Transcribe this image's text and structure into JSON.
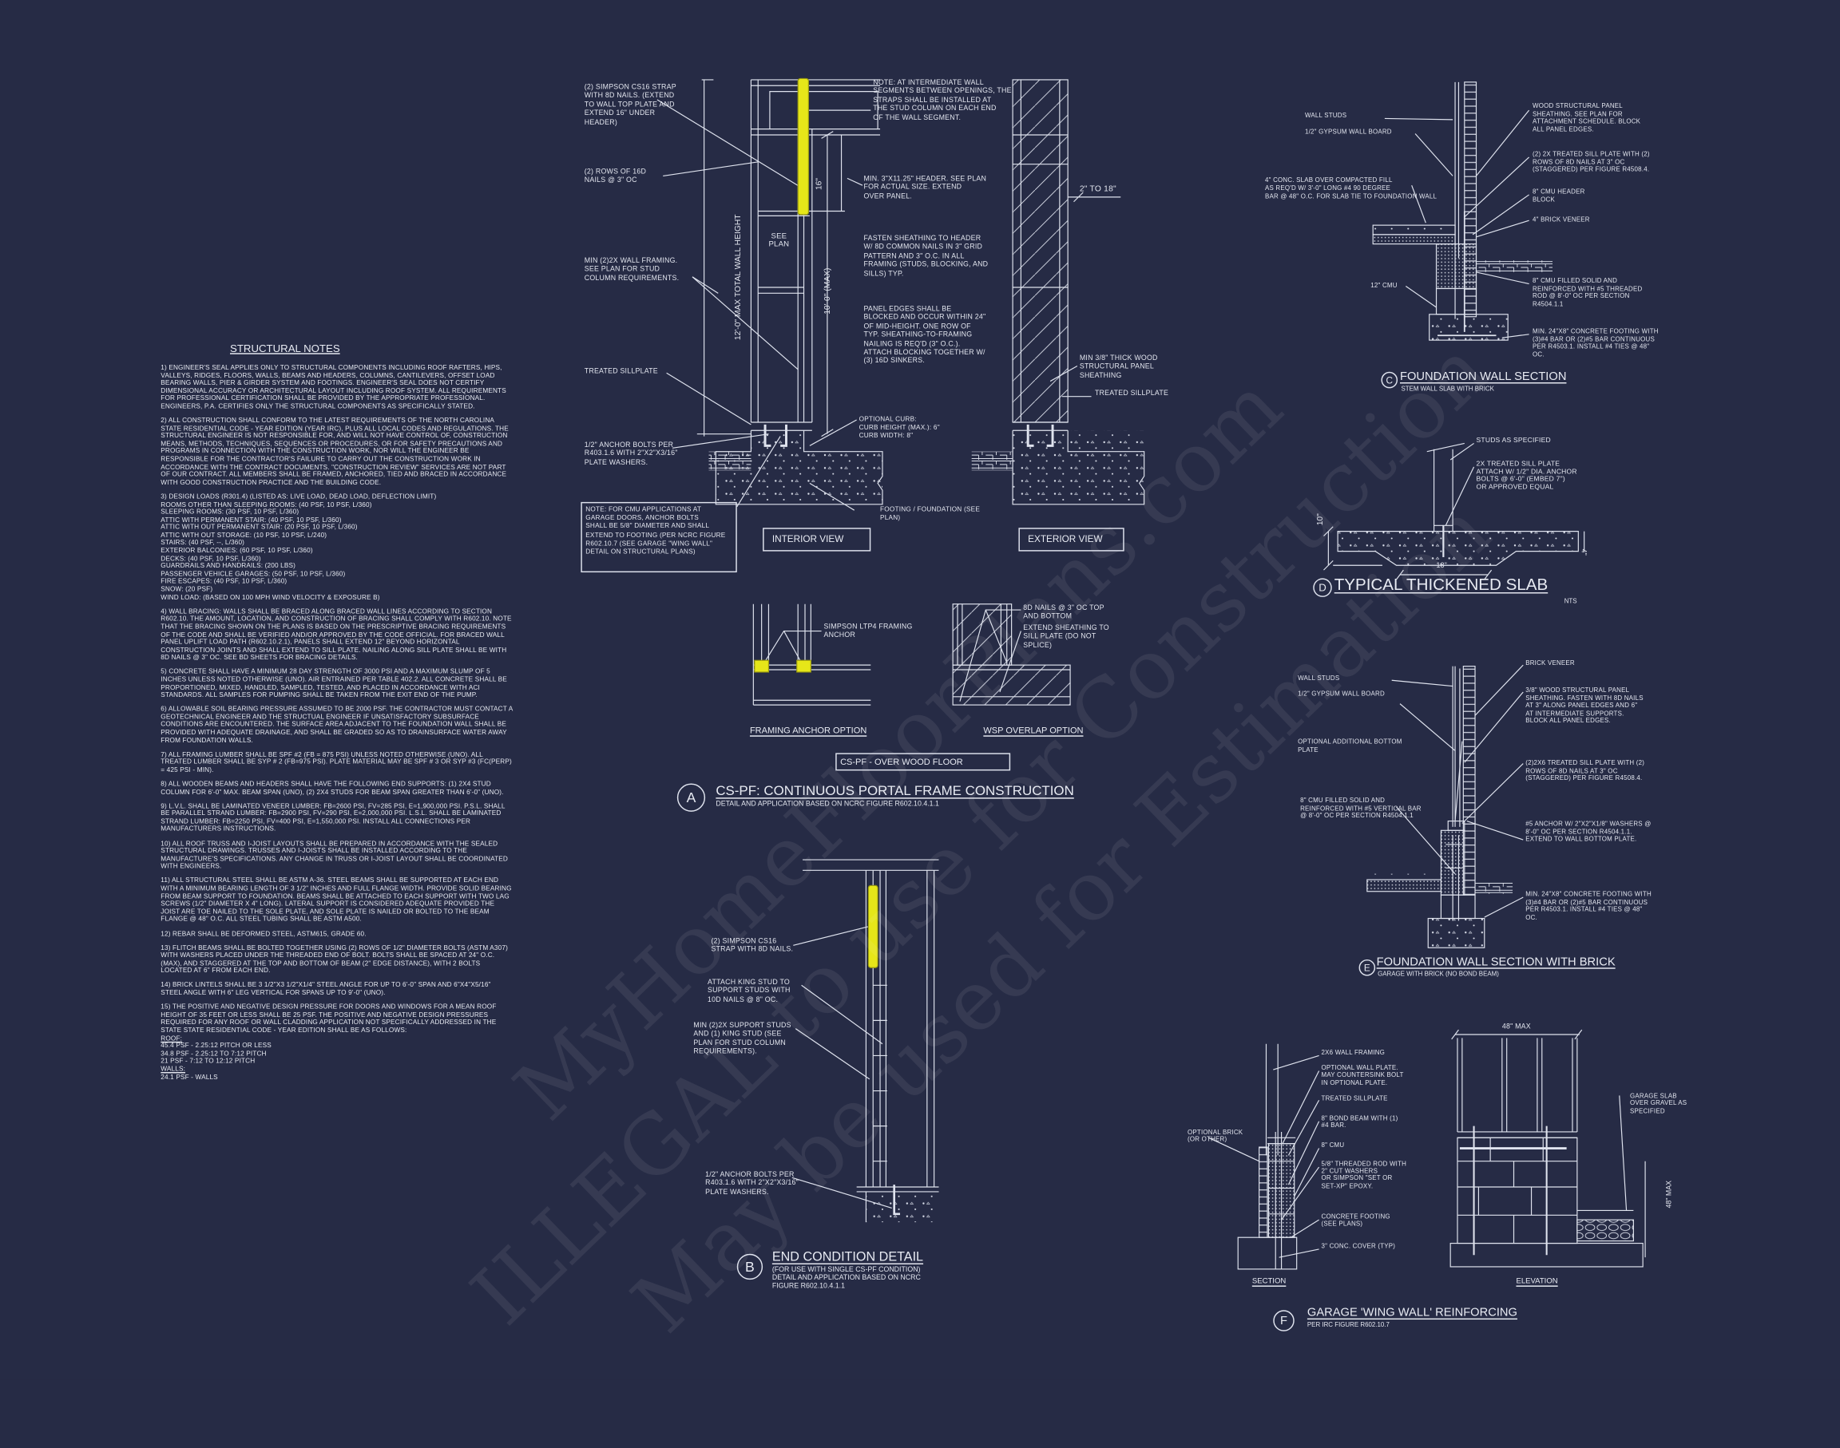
{
  "colors": {
    "background": "#262b45",
    "linework": "#dfe3ee",
    "strap_highlight": "#e6e619"
  },
  "watermark": {
    "line1": "MyHomeFloorPlans.com",
    "line2": "ILLEGAL to use for Construction",
    "line3": "May be used for Estimation"
  },
  "notes": {
    "title": "STRUCTURAL NOTES",
    "paragraphs": [
      "1) ENGINEER'S SEAL APPLIES ONLY TO STRUCTURAL COMPONENTS INCLUDING ROOF RAFTERS, HIPS, VALLEYS, RIDGES, FLOORS, WALLS, BEAMS AND HEADERS, COLUMNS, CANTILEVERS, OFFSET LOAD BEARING WALLS, PIER & GIRDER SYSTEM AND FOOTINGS. ENGINEER'S SEAL DOES NOT CERTIFY DIMENSIONAL ACCURACY OR ARCHITECTURAL LAYOUT INCLUDING ROOF SYSTEM. ALL REQUIREMENTS FOR PROFESSIONAL CERTIFICATION SHALL BE PROVIDED BY THE APPROPRIATE PROFESSIONAL. ENGINEERS, P.A. CERTIFIES ONLY THE STRUCTURAL COMPONENTS AS SPECIFICALLY STATED.",
      "2) ALL CONSTRUCTION SHALL CONFORM TO THE LATEST REQUIREMENTS OF THE NORTH CAROLINA STATE RESIDENTIAL CODE - YEAR EDITION (YEAR IRC), PLUS ALL LOCAL CODES AND REGULATIONS. THE STRUCTURAL ENGINEER IS NOT RESPONSIBLE FOR, AND WILL NOT HAVE CONTROL OF, CONSTRUCTION MEANS, METHODS, TECHNIQUES, SEQUENCES OR PROCEDURES, OR FOR SAFETY PRECAUTIONS AND PROGRAMS IN CONNECTION WITH THE CONSTRUCTION WORK, NOR WILL THE ENGINEER BE RESPONSIBLE FOR THE CONTRACTOR'S FAILURE TO CARRY OUT THE CONSTRUCTION WORK IN ACCORDANCE WITH THE CONTRACT DOCUMENTS. \"CONSTRUCTION REVIEW\" SERVICES ARE NOT PART OF OUR CONTRACT. ALL MEMBERS SHALL BE FRAMED, ANCHORED, TIED AND BRACED IN ACCORDANCE WITH GOOD CONSTRUCTION PRACTICE AND THE BUILDING CODE.",
      "3) DESIGN LOADS (R301.4) (LISTED AS: LIVE LOAD, DEAD LOAD, DEFLECTION LIMIT)\nROOMS OTHER THAN SLEEPING ROOMS: (40 PSF, 10 PSF, L/360)\nSLEEPING ROOMS: (30 PSF, 10 PSF, L/360)\nATTIC WITH PERMANENT STAIR: (40 PSF, 10 PSF, L/360)\nATTIC WITH OUT PERMANENT STAIR: (20 PSF, 10 PSF, L/360)\nATTIC WITH OUT STORAGE: (10 PSF, 10 PSF, L/240)\nSTAIRS: (40 PSF, --, L/360)\nEXTERIOR BALCONIES: (60 PSF, 10 PSF, L/360)\nDECKS: (40 PSF, 10 PSF, L/360)\nGUARDRAILS AND HANDRAILS: (200 LBS)\nPASSENGER VEHICLE GARAGES: (50 PSF, 10 PSF, L/360)\nFIRE ESCAPES: (40 PSF, 10 PSF, L/360)\nSNOW: (20     PSF)\nWIND LOAD: (BASED ON 100 MPH WIND VELOCITY & EXPOSURE B)",
      "4) WALL BRACING: WALLS SHALL BE BRACED ALONG BRACED WALL LINES ACCORDING TO SECTION R602.10. THE AMOUNT, LOCATION, AND CONSTRUCTION OF BRACING SHALL COMPLY WITH R602.10. NOTE THAT THE BRACING SHOWN ON THE PLANS IS BASED ON THE PRESCRIPTIVE BRACING REQUIREMENTS OF THE CODE AND SHALL BE VERIFIED AND/OR APPROVED BY THE CODE OFFICIAL. FOR BRACED WALL PANEL UPLIFT LOAD PATH (R602.10.2.1), PANELS SHALL EXTEND 12\" BEYOND HORIZONTAL CONSTRUCTION JOINTS AND SHALL EXTEND TO SILL PLATE. NAILING ALONG SILL PLATE SHALL BE WITH 8d NAILS @ 3\" OC. SEE BD SHEETS FOR BRACING DETAILS.",
      "5) CONCRETE SHALL HAVE A MINIMUM 28 DAY STRENGTH OF 3000 PSI AND A MAXIMUM SLUMP OF 5 INCHES UNLESS NOTED OTHERWISE (UNO). AIR ENTRAINED PER TABLE 402.2. ALL CONCRETE SHALL BE PROPORTIONED, MIXED, HANDLED, SAMPLED, TESTED, AND PLACED IN ACCORDANCE WITH ACI STANDARDS. ALL SAMPLES FOR PUMPING SHALL BE TAKEN FROM THE EXIT END OF THE PUMP.",
      "6) ALLOWABLE SOIL BEARING PRESSURE ASSUMED TO BE 2000 PSF. THE CONTRACTOR MUST CONTACT A GEOTECHNICAL ENGINEER AND THE STRUCTUAL ENGINEER IF UNSATISFACTORY SUBSURFACE CONDITIONS ARE ENCOUNTERED. THE SURFACE AREA ADJACENT TO THE FOUNDATION WALL SHALL BE PROVIDED WITH ADEQUATE DRAINAGE, AND SHALL BE GRADED SO AS TO DRAINSURFACE WATER AWAY FROM FOUNDATION WALLS.",
      "7) ALL FRAMING LUMBER SHALL BE SPF #2 (Fb = 875 PSI) UNLESS NOTED OTHERWISE (UNO). ALL TREATED LUMBER SHALL BE SYP # 2 (Fb=975 PSI). PLATE MATERIAL MAY BE SPF # 3 OR SYP #3 (Fc(perp) = 425 PSI - MIN).",
      "8) ALL WOODEN BEAMS AND HEADERS SHALL HAVE THE FOLLOWING END SUPPORTS: (1) 2x4 STUD COLUMN FOR 6'-0\" MAX. BEAM SPAN (UNO), (2) 2X4 STUDS FOR BEAM SPAN GREATER THAN 6'-0\" (UNO).",
      "9) L.V.L. SHALL BE LAMINATED VENEER LUMBER: Fb=2600 PSI, Fv=285 PSI, E=1,900,000 PSI. P.S.L. SHALL BE PARALLEL STRAND LUMBER: Fb=2900 PSI, Fv=290 PSI, E=2,000,000 PSI. L.S.L. SHALL BE LAMINATED STRAND LUMBER: Fb=2250 PSI, Fv=400 PSI, E=1,550,000 PSI. INSTALL ALL CONNECTIONS PER MANUFACTURERS INSTRUCTIONS.",
      "10) ALL ROOF TRUSS AND I-JOIST LAYOUTS SHALL BE PREPARED IN ACCORDANCE WITH THE SEALED STRUCTURAL DRAWINGS. TRUSSES AND I-JOISTS SHALL BE INSTALLED ACCORDING TO THE MANUFACTURE'S SPECIFICATIONS. ANY CHANGE IN TRUSS OR I-JOIST LAYOUT SHALL BE COORDINATED WITH ENGINEERS.",
      "11) ALL STRUCTURAL STEEL SHALL BE ASTM A-36. STEEL BEAMS SHALL BE SUPPORTED AT EACH END WITH A MINIMUM BEARING LENGTH OF 3 1/2\" INCHES AND FULL FLANGE WIDTH. PROVIDE SOLID BEARING FROM BEAM SUPPORT TO FOUNDATION. BEAMS SHALL BE ATTACHED TO EACH SUPPORT WITH TWO LAG SCREWS (1/2\" DIAMETER x 4\" LONG). LATERAL SUPPORT IS CONSIDERED ADEQUATE PROVIDED THE JOIST ARE TOE NAILED TO THE SOLE PLATE, AND SOLE PLATE IS NAILED OR BOLTED TO THE BEAM FLANGE @ 48\" O.C. ALL STEEL TUBING SHALL BE ASTM A500.",
      "12) REBAR SHALL BE DEFORMED STEEL, ASTM615, GRADE 60.",
      "13) FLITCH BEAMS SHALL BE BOLTED TOGETHER USING (2) ROWS OF 1/2\" DIAMETER BOLTS (ASTM A307) WITH WASHERS PLACED UNDER THE THREADED END OF BOLT. BOLTS SHALL BE SPACED AT 24\" O.C. (MAX), AND STAGGERED AT THE TOP AND BOTTOM OF BEAM (2\" EDGE DISTANCE), WITH 2 BOLTS LOCATED AT 6\" FROM EACH END.",
      "14) BRICK LINTELS SHALL BE 3 1/2\"x3 1/2\"x1/4\" STEEL ANGLE FOR UP TO 6'-0\" SPAN AND 6\"x4\"x5/16\" STEEL ANGLE WITH 6\" LEG VERTICAL FOR SPANS UP TO 9'-0\" (UNO).",
      "15) THE POSITIVE AND NEGATIVE DESIGN PRESSURE FOR DOORS AND WINDOWS FOR A MEAN ROOF HEIGHT OF 35 FEET OR LESS SHALL BE 25 PSF. THE POSITIVE AND NEGATIVE DESIGN PRESSURES REQUIRED FOR ANY ROOF OR WALL CLADDING APPLICATION NOT SPECIFICALLY ADDRESSED IN THE STATE STATE RESIDENTIAL CODE - YEAR EDITION SHALL BE AS FOLLOWS:"
    ],
    "roof_heading": "ROOF:",
    "roof_lines": "45.4 PSF - 2.25:12 PITCH OR LESS\n34.8 PSF - 2.25:12 TO 7:12 PITCH\n21 PSF - 7:12 TO 12:12 PITCH",
    "walls_heading": "WALLS:",
    "walls_lines": "24.1 PSF - WALLS"
  },
  "detail_a": {
    "letter": "A",
    "title": "CS-PF: CONTINUOUS PORTAL FRAME CONSTRUCTION",
    "subtitle": "DETAIL AND APPLICATION BASED ON NCRC FIGURE R602.10.4.1.1",
    "condition_box": "CS-PF - OVER WOOD FLOOR",
    "interior_view": "INTERIOR VIEW",
    "exterior_view": "EXTERIOR VIEW",
    "dim_total_height": "12'-0\" MAX TOTAL WALL HEIGHT",
    "dim_wall_height": "10'-0\" (MAX)",
    "dim_strap": "16\"",
    "dim_see_plan": "SEE\nPLAN",
    "dim_2_to_18": "2\" TO 18\"",
    "labels": {
      "strap": "(2) SIMPSON CS16 STRAP\nWITH 8d NAILS. (EXTEND\nTO WALL TOP PLATE AND\nEXTEND 16\" UNDER\nHEADER)",
      "rows_nails": "(2) ROWS OF 16d\nNAILS @ 3\" OC",
      "min_framing": "MIN (2)2X WALL FRAMING.\nSEE PLAN FOR STUD\nCOLUMN REQUIREMENTS.",
      "sillplate": "TREATED SILLPLATE",
      "anchor_bolts": "1/2\" ANCHOR BOLTS PER\nR403.1.6 WITH 2\"x2\"x3/16\"\nPLATE WASHERS.",
      "cmu_note": "NOTE: FOR CMU APPLICATIONS AT\nGARAGE DOORS, ANCHOR BOLTS\nSHALL BE 5/8\" DIAMETER AND SHALL\nEXTEND TO FOOTING (PER NCRC FIGURE\nR602.10.7 (SEE GARAGE \"WING WALL\"\nDETAIL ON STRUCTURAL PLANS)",
      "intermediate_note": "NOTE: AT INTERMEDIATE WALL\nSEGMENTS BETWEEN OPENINGS, THE\nSTRAPS SHALL BE INSTALLED AT\nTHE STUD COLUMN ON EACH END\nOF THE WALL SEGMENT.",
      "header": "MIN. 3\"x11.25\" HEADER. SEE PLAN\nFOR ACTUAL SIZE. EXTEND\nOVER PANEL.",
      "fasten": "FASTEN SHEATHING TO HEADER\nW/ 8d COMMON NAILS IN 3\" GRID\nPATTERN AND 3\" O.C. IN ALL\nFRAMING (STUDS, BLOCKING, AND\nSILLS) TYP.",
      "panel_edges": "PANEL EDGES SHALL BE\nBLOCKED AND OCCUR WITHIN 24\"\nOF MID-HEIGHT. ONE ROW OF\nTYP. SHEATHING-TO-FRAMING\nNAILING IS REQ'D (3\" O.C.).\nATTACH BLOCKING TOGETHER W/\n(3) 16d SINKERS.",
      "curb": "OPTIONAL CURB:\nCURB HEIGHT (MAX.): 6\"\nCURB WIDTH: 8\"",
      "footing": "FOOTING / FOUNDATION (SEE\nPLAN)",
      "wsp_thick": "MIN 3/8\" THICK WOOD\nSTRUCTURAL PANEL\nSHEATHING",
      "ext_sillplate": "TREATED SILLPLATE",
      "ltp4": "SIMPSON LTP4 FRAMING\nANCHOR",
      "wsp_nails": "8d NAILS @ 3\" OC TOP\nAND BOTTOM",
      "extend_sheathing": "EXTEND SHEATHING TO\nSILL PLATE (DO NOT\nSPLICE)"
    },
    "framing_anchor_option": "FRAMING ANCHOR OPTION",
    "wsp_overlap_option": "WSP OVERLAP OPTION"
  },
  "detail_b": {
    "letter": "B",
    "title": "END CONDITION DETAIL",
    "subtitle": "(FOR USE WITH SINGLE CS-PF CONDITION)\nDETAIL AND APPLICATION BASED ON NCRC\nFIGURE R602.10.4.1.1",
    "labels": {
      "strap": "(2) SIMPSON CS16\nSTRAP WITH 8d NAILS.",
      "king_stud": "ATTACH KING STUD TO\nSUPPORT STUDS WITH\n10d NAILS @ 8\" OC.",
      "support_studs": "MIN (2)2X SUPPORT STUDS\nAND (1) KING STUD (SEE\nPLAN FOR STUD COLUMN\nREQUIREMENTS).",
      "anchor_bolts": "1/2\" ANCHOR BOLTS PER\nR403.1.6 WITH 2\"x2\"x3/16\"\nPLATE WASHERS."
    }
  },
  "detail_c": {
    "letter": "C",
    "title": "FOUNDATION WALL SECTION",
    "subtitle": "STEM WALL SLAB WITH BRICK",
    "labels": {
      "wall_studs": "WALL STUDS",
      "gypsum": "1/2\" GYPSUM WALL BOARD",
      "slab": "4\" CONC. SLAB OVER COMPACTED FILL\nAS REQ'D W/ 3'-0\" LONG #4 90 DEGREE\nBAR @ 48\" O.C. FOR SLAB TIE TO FOUNDATION WALL",
      "cmu12": "12\" CMU",
      "sheathing": "WOOD STRUCTURAL PANEL\nSHEATHING. SEE PLAN FOR\nATTACHMENT SCHEDULE. BLOCK\nALL PANEL EDGES.",
      "sill": "(2) 2x TREATED SILL PLATE WITH (2)\nROWS OF 8d NAILS AT 3\" OC\n(STAGGERED) PER FIGURE R4508.4.",
      "header_block": "8\" CMU HEADER\nBLOCK",
      "brick": "4\" BRICK VENEER",
      "cmu8": "8\" CMU FILLED SOLID AND\nREINFORCED WITH #5 THREADED\nROD @ 8'-0\" OC PER SECTION\nR4504.1.1",
      "footing": "MIN. 24\"x8\" CONCRETE FOOTING WITH\n(3)#4 BAR OR (2)#5 BAR CONTINUOUS\nPER R4503.1. INSTALL #4 TIES @ 48\"\nOC."
    }
  },
  "detail_d": {
    "letter": "D",
    "title": "TYPICAL THICKENED SLAB",
    "scale": "NTS",
    "dim_depth": "10\"",
    "dim_slab": "4\"",
    "dim_width": "18\"",
    "labels": {
      "studs": "STUDS AS SPECIFIED",
      "sill": "2x TREATED SILL PLATE\nATTACH w/ 1/2\" dia. ANCHOR\nBOLTS @ 6'-0\" (EMBED 7\")\nOR APPROVED EQUAL"
    }
  },
  "detail_e": {
    "letter": "E",
    "title": "FOUNDATION WALL SECTION WITH BRICK",
    "subtitle": "GARAGE WITH BRICK (NO BOND BEAM)",
    "labels": {
      "wall_studs": "WALL STUDS",
      "gypsum": "1/2\" GYPSUM WALL BOARD",
      "bottom_plate": "OPTIONAL ADDITIONAL BOTTOM\nPLATE",
      "cmu": "8\" CMU FILLED SOLID AND\nREINFORCED WITH #5 VERTICAL BAR\n@ 8'-0\" OC PER SECTION R4504.1.1",
      "brick": "BRICK VENEER",
      "sheathing": "3/8\" WOOD STRUCTURAL PANEL\nSHEATHING. FASTEN WITH 8d NAILS\nAT 3\" ALONG PANEL EDGES AND 6\"\nAT INTERMEDIATE SUPPORTS.\nBLOCK ALL PANEL EDGES.",
      "sill": "(2)2x6 TREATED SILL PLATE WITH (2)\nROWS OF 8d NAILS AT 3\" OC\n(STAGGERED) PER FIGURE R4508.4.",
      "anchor": "#5 ANCHOR W/ 2\"x2\"x1/8\" WASHERS @\n8'-0\" OC PER SECTION R4504.1.1.\nEXTEND TO WALL BOTTOM PLATE.",
      "footing": "MIN. 24\"x8\" CONCRETE FOOTING WITH\n(3)#4 BAR OR (2)#5 BAR CONTINUOUS\nPER R4503.1. INSTALL #4 TIES @ 48\"\nOC."
    }
  },
  "detail_f": {
    "letter": "F",
    "title": "GARAGE 'WING WALL' REINFORCING",
    "subtitle": "PER IRC FIGURE R602.10.7",
    "section_label": "SECTION",
    "elevation_label": "ELEVATION",
    "dim_width": "48\" MAX",
    "dim_height": "48\" MAX",
    "labels": {
      "framing": "2x6 WALL FRAMING",
      "wall_plate": "OPTIONAL WALL PLATE.\nMAY COUNTERSINK BOLT\nIN OPTIONAL PLATE.",
      "sillplate": "TREATED SILLPLATE",
      "bond_beam": "8\" BOND BEAM WITH (1)\n#4 BAR.",
      "cmu": "8\" CMU",
      "rod": "5/8\" THREADED ROD WITH\n2\" CUT WASHERS\nOR SIMPSON \"SET OR\nSET-XP\" EPOXY.",
      "footing": "CONCRETE FOOTING\n(SEE PLANS)",
      "cover": "3\" CONC. COVER (TYP)",
      "brick": "OPTIONAL BRICK\n(OR OTHER)",
      "garage_slab": "GARAGE SLAB\nOVER GRAVEL AS\nSPECIFIED"
    }
  }
}
